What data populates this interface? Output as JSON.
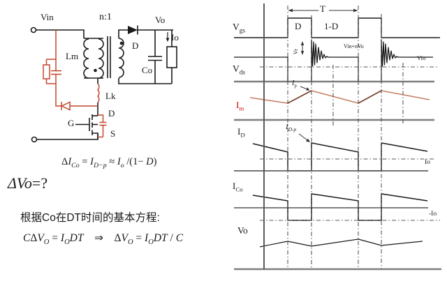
{
  "slide": {
    "circuit": {
      "vin": "Vin",
      "turns_ratio": "n:1",
      "lm": "Lm",
      "lk": "Lk",
      "output_diode": "D",
      "vo": "Vo",
      "io": "Io",
      "co": "Co",
      "gate": "G",
      "drain": "D",
      "source": "S"
    },
    "equations": {
      "delta_ico_html": "Δ<i>I</i><sub><i>Co</i></sub> = <i>I</i><sub><i>D−p</i></sub> ≈ <i>I</i><sub><i>o</i></sub> /(1− <i>D</i>)",
      "delta_vo_html": "<i>ΔVo</i>=?",
      "derivation_note": "根据Co在DT时间的基本方程:",
      "cap_eq_html": "<i>C</i>Δ<i>V</i><sub><i>O</i></sub> = <i>I</i><sub><i>O</i></sub><i>DT</i>&nbsp;&nbsp;&nbsp;&nbsp;⇒&nbsp;&nbsp;&nbsp;&nbsp;Δ<i>V</i><sub><i>O</i></sub> = <i>I</i><sub><i>O</i></sub><i>DT</i> / <i>C</i>"
    },
    "waveform_labels": {
      "vgs_html": "V<sub>gs</sub>",
      "vds_html": "V<sub>ds</sub>",
      "im_html": "I<sub>m</sub>",
      "id_html": "I<sub>D</sub>",
      "ico_html": "I<sub>Co</sub>",
      "vo_html": "Vo",
      "period_html": "T",
      "duty_on_html": "D",
      "duty_off_html": "1-D",
      "vr_html": "Vr",
      "vin_plus_nvo_html": "Vin+nVo",
      "vin_ref_html": "Vin",
      "ip_html": "<i>I</i><sub>p</sub>",
      "idp_html": "<i>I</i><sub><i>D-p</i></sub>",
      "io_ref_html": "Io",
      "neg_io_ref_html": "-Io"
    }
  },
  "colors": {
    "snubber_red": "#c2462c",
    "im_fall": "#c48164",
    "im_rise": "#75402b",
    "axis_gray": "#7e7e7e",
    "im_label_red": "#c00000"
  },
  "waveforms": {
    "traces": [
      {
        "name": "vgs-trace",
        "color": "#1a1a1a",
        "width": 1.4,
        "points": [
          [
            335,
            54
          ],
          [
            412,
            54
          ],
          [
            412,
            26
          ],
          [
            446,
            26
          ],
          [
            446,
            54
          ],
          [
            513,
            54
          ],
          [
            513,
            26
          ],
          [
            546,
            26
          ],
          [
            546,
            54
          ],
          [
            630,
            54
          ]
        ]
      },
      {
        "name": "vds-trace",
        "color": "#1a1a1a",
        "width": 1.3,
        "points": [
          [
            335,
            82
          ],
          [
            412,
            82
          ],
          [
            412,
            117
          ],
          [
            446,
            117
          ],
          [
            446,
            57
          ],
          [
            447.5,
            95
          ],
          [
            449,
            60
          ],
          [
            450.5,
            93
          ],
          [
            452,
            63
          ],
          [
            454,
            90
          ],
          [
            456,
            68
          ],
          [
            458,
            86
          ],
          [
            460,
            73
          ],
          [
            462,
            84
          ],
          [
            464,
            78
          ],
          [
            466,
            83
          ],
          [
            468,
            81
          ],
          [
            470,
            82
          ],
          [
            513,
            82
          ],
          [
            513,
            117
          ],
          [
            546,
            117
          ],
          [
            546,
            57
          ],
          [
            547.5,
            95
          ],
          [
            549,
            60
          ],
          [
            550.5,
            93
          ],
          [
            552,
            63
          ],
          [
            554,
            90
          ],
          [
            556,
            68
          ],
          [
            558,
            86
          ],
          [
            560,
            73
          ],
          [
            562,
            84
          ],
          [
            564,
            78
          ],
          [
            566,
            83
          ],
          [
            568,
            81
          ],
          [
            570,
            82
          ],
          [
            620,
            82
          ]
        ]
      },
      {
        "name": "vds-zero-line",
        "color": "#7e7e7e",
        "width": 2.4,
        "points": [
          [
            335,
            117
          ],
          [
            622,
            117
          ]
        ]
      },
      {
        "name": "vin-ref-line",
        "color": "#555555",
        "width": 1,
        "dash": "6 3 1.5 3",
        "points": [
          [
            372,
            96
          ],
          [
            626,
            96
          ]
        ]
      },
      {
        "name": "im-fall-0",
        "color": "#c48164",
        "width": 1.6,
        "points": [
          [
            358,
            140
          ],
          [
            412,
            148
          ]
        ]
      },
      {
        "name": "im-rise-1",
        "color": "#75402b",
        "width": 1.7,
        "points": [
          [
            412,
            148
          ],
          [
            446,
            130
          ]
        ]
      },
      {
        "name": "im-fall-1",
        "color": "#c48164",
        "width": 1.6,
        "points": [
          [
            446,
            130
          ],
          [
            513,
            148
          ]
        ]
      },
      {
        "name": "im-rise-2",
        "color": "#75402b",
        "width": 1.7,
        "points": [
          [
            513,
            148
          ],
          [
            546,
            130
          ]
        ]
      },
      {
        "name": "im-fall-2",
        "color": "#c48164",
        "width": 1.6,
        "points": [
          [
            546,
            130
          ],
          [
            615,
            143
          ]
        ]
      },
      {
        "name": "im-bottom-line",
        "color": "#7e7e7e",
        "width": 2.4,
        "points": [
          [
            335,
            172
          ],
          [
            622,
            172
          ]
        ]
      },
      {
        "name": "id-trace",
        "color": "#1a1a1a",
        "width": 1.5,
        "points": [
          [
            362,
            206
          ],
          [
            412,
            218
          ],
          [
            412,
            245
          ],
          [
            446,
            245
          ],
          [
            446,
            205
          ],
          [
            513,
            218
          ],
          [
            513,
            245
          ],
          [
            546,
            245
          ],
          [
            546,
            205
          ],
          [
            612,
            217
          ]
        ]
      },
      {
        "name": "id-zero-line",
        "color": "#606060",
        "width": 1.8,
        "points": [
          [
            335,
            245
          ],
          [
            613,
            245
          ]
        ]
      },
      {
        "name": "io-ref-line",
        "color": "#555555",
        "width": 1,
        "dash": "6 3 1.5 3",
        "points": [
          [
            372,
            228
          ],
          [
            624,
            228
          ]
        ]
      },
      {
        "name": "ico-trace",
        "color": "#1a1a1a",
        "width": 1.5,
        "points": [
          [
            362,
            280
          ],
          [
            412,
            288
          ],
          [
            412,
            316
          ],
          [
            446,
            316
          ],
          [
            446,
            278
          ],
          [
            513,
            288
          ],
          [
            513,
            316
          ],
          [
            546,
            316
          ],
          [
            546,
            278
          ],
          [
            612,
            288
          ]
        ]
      },
      {
        "name": "ico-zero-line",
        "color": "#333333",
        "width": 1.2,
        "points": [
          [
            335,
            298
          ],
          [
            613,
            298
          ]
        ]
      },
      {
        "name": "neg-io-ref-line",
        "color": "#555555",
        "width": 1,
        "dash": "6 3 1.5 3",
        "points": [
          [
            372,
            316
          ],
          [
            630,
            316
          ]
        ]
      },
      {
        "name": "vo-trace",
        "color": "#1a1a1a",
        "width": 1.2,
        "points": [
          [
            372,
            354
          ],
          [
            412,
            346
          ],
          [
            446,
            353
          ],
          [
            513,
            343
          ],
          [
            546,
            352
          ],
          [
            605,
            346
          ]
        ]
      },
      {
        "name": "bottom-axis",
        "color": "#7e7e7e",
        "width": 2.6,
        "points": [
          [
            335,
            386
          ],
          [
            632,
            386
          ]
        ]
      },
      {
        "name": "y-axis",
        "color": "#5a5a5a",
        "width": 2,
        "points": [
          [
            378,
            5
          ],
          [
            378,
            386
          ]
        ]
      },
      {
        "name": "grid-412",
        "color": "#444444",
        "width": 1,
        "dash": "6 3 1.5 3",
        "points": [
          [
            412,
            8
          ],
          [
            412,
            386
          ]
        ]
      },
      {
        "name": "grid-446",
        "color": "#444444",
        "width": 1,
        "dash": "6 3 1.5 3",
        "points": [
          [
            446,
            22
          ],
          [
            446,
            386
          ]
        ]
      },
      {
        "name": "grid-513",
        "color": "#444444",
        "width": 1,
        "dash": "6 3 1.5 3",
        "points": [
          [
            513,
            8
          ],
          [
            513,
            386
          ]
        ]
      },
      {
        "name": "grid-546",
        "color": "#444444",
        "width": 1,
        "dash": "6 3 1.5 3",
        "points": [
          [
            546,
            20
          ],
          [
            546,
            386
          ]
        ]
      },
      {
        "name": "grid-477",
        "color": "#444444",
        "width": 1,
        "dash": "6 3 1.5 3",
        "points": [
          [
            477,
            93
          ],
          [
            477,
            180
          ]
        ]
      },
      {
        "name": "grid-577",
        "color": "#444444",
        "width": 1,
        "dash": "6 3 1.5 3",
        "points": [
          [
            577,
            90
          ],
          [
            577,
            180
          ]
        ]
      },
      {
        "name": "t-arrow-left-line",
        "color": "#333333",
        "width": 1,
        "points": [
          [
            413,
            15
          ],
          [
            456,
            15
          ]
        ]
      },
      {
        "name": "t-arrow-right-line",
        "color": "#333333",
        "width": 1,
        "points": [
          [
            471,
            15
          ],
          [
            512,
            15
          ]
        ]
      },
      {
        "name": "vr-arrow-line",
        "color": "#333333",
        "width": 1,
        "points": [
          [
            433,
            60
          ],
          [
            433,
            78
          ]
        ]
      },
      {
        "name": "ip-arrow-line",
        "color": "#333333",
        "width": 1,
        "points": [
          [
            430,
            124
          ],
          [
            441,
            128.5
          ]
        ]
      },
      {
        "name": "idp-arrow-line",
        "color": "#333333",
        "width": 1,
        "points": [
          [
            428,
            192
          ],
          [
            442,
            202.5
          ]
        ]
      }
    ]
  }
}
